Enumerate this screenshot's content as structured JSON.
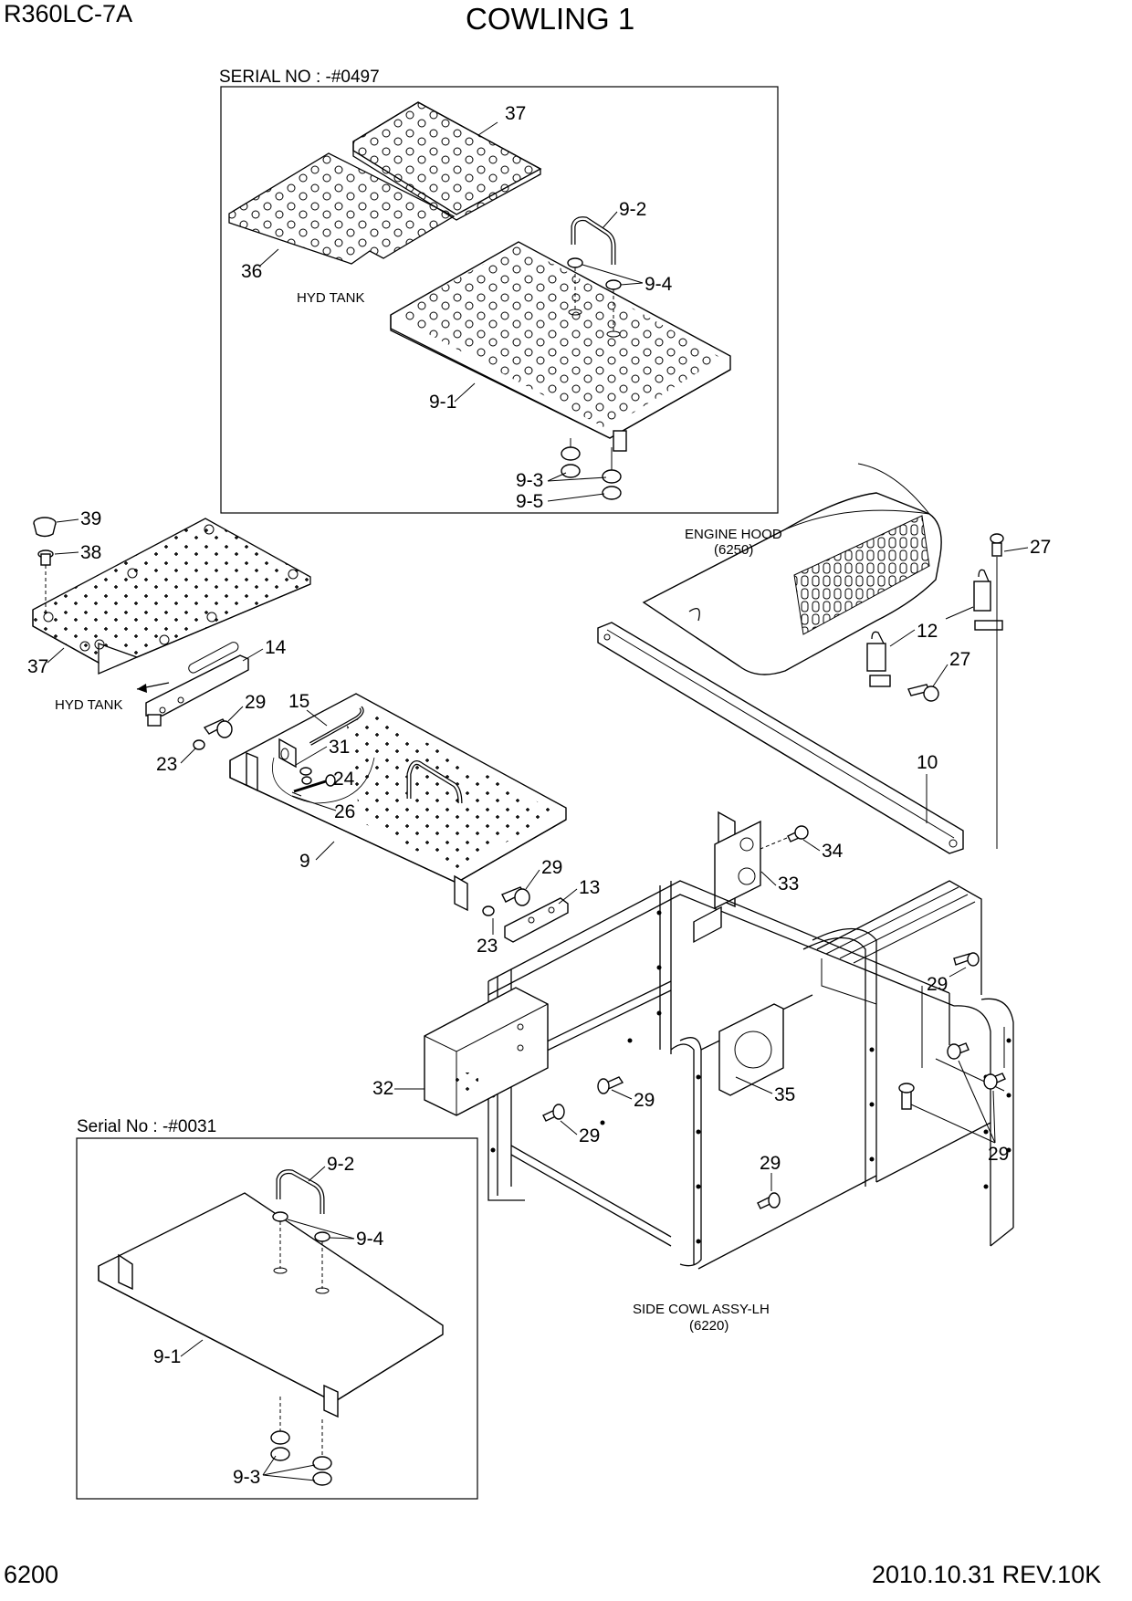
{
  "header": {
    "model": "R360LC-7A",
    "title": "COWLING 1"
  },
  "footer": {
    "page_number": "6200",
    "revision": "2010.10.31  REV.10K"
  },
  "inset_top": {
    "serial": "SERIAL NO : -#0497",
    "note": "HYD TANK",
    "labels": {
      "p37": "37",
      "p36": "36",
      "p9_2": "9-2",
      "p9_4": "9-4",
      "p9_1": "9-1",
      "p9_3": "9-3",
      "p9_5": "9-5"
    }
  },
  "inset_bottom": {
    "serial": "Serial No : -#0031",
    "labels": {
      "p9_2": "9-2",
      "p9_4": "9-4",
      "p9_1": "9-1",
      "p9_3": "9-3"
    }
  },
  "main": {
    "engine_hood": {
      "name": "ENGINE HOOD",
      "ref": "(6250)"
    },
    "side_cowl": {
      "name": "SIDE COWL ASSY-LH",
      "ref": "(6220)"
    },
    "hyd_tank": "HYD TANK",
    "labels": {
      "p39": "39",
      "p38": "38",
      "p37": "37",
      "p14": "14",
      "p29a": "29",
      "p23a": "23",
      "p15": "15",
      "p31": "31",
      "p24": "24",
      "p26": "26",
      "p9": "9",
      "p29b": "29",
      "p13": "13",
      "p23b": "23",
      "p27a": "27",
      "p12": "12",
      "p27b": "27",
      "p10": "10",
      "p34": "34",
      "p33": "33",
      "p29c": "29",
      "p32": "32",
      "p29d": "29",
      "p35": "35",
      "p29e": "29",
      "p29f": "29",
      "p29g": "29"
    }
  }
}
